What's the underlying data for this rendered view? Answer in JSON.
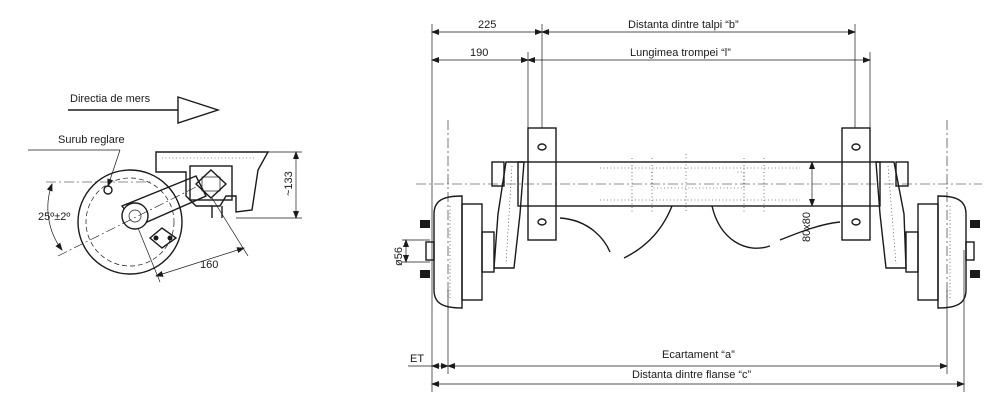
{
  "side_view": {
    "direction_label": "Directia de mers",
    "adjust_bolt_label": "Surub reglare",
    "angle_label": "25º±2º",
    "height_dim": "~133",
    "arm_dim": "160"
  },
  "front_view": {
    "dim_225": "225",
    "dim_190": "190",
    "spring_spacing_label": "Distanta dintre talpi “b”",
    "tube_length_label": "Lungimea trompei “l”",
    "shaft_dim": "ø56",
    "tube_section_dim": "80x80",
    "et_label": "ET",
    "track_label": "Ecartament “a”",
    "flange_label": "Distanta dintre flanse “c”"
  }
}
